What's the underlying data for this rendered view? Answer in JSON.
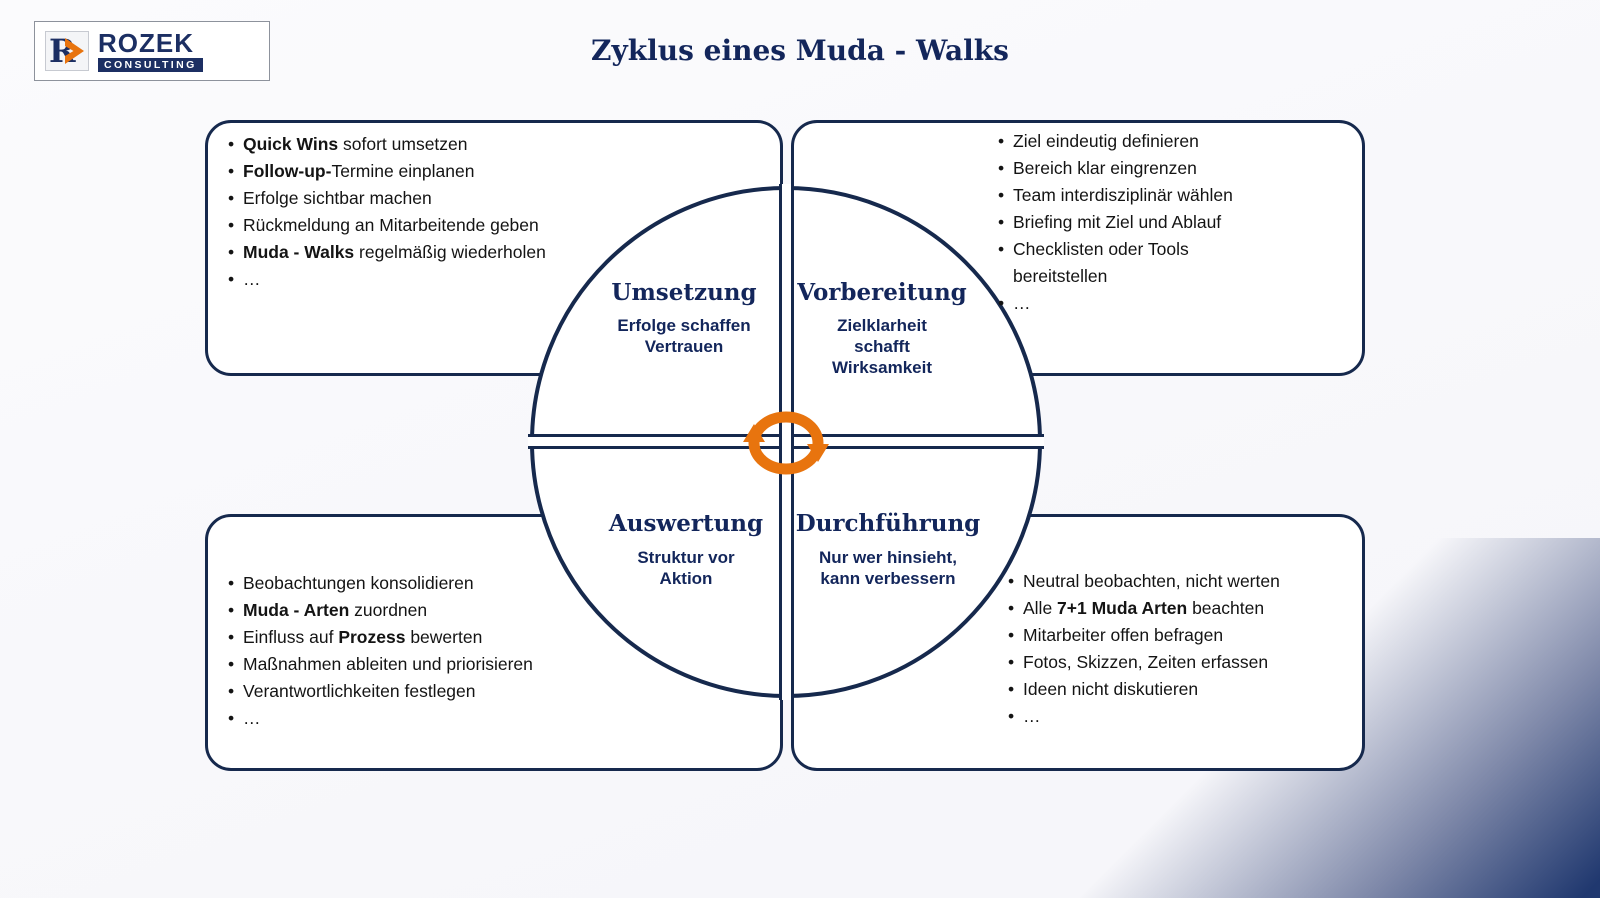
{
  "header": {
    "title": "Zyklus eines Muda - Walks"
  },
  "logo": {
    "brand": "ROZEK",
    "sub": "CONSULTING"
  },
  "colors": {
    "navy": "#16294d",
    "orange": "#e8740e"
  },
  "quadrants": {
    "umsetzung": {
      "title": "Umsetzung",
      "subtitle": "Erfolge schaffen\nVertrauen"
    },
    "vorbereitung": {
      "title": "Vorbereitung",
      "subtitle": "Zielklarheit\nschafft\nWirksamkeit"
    },
    "auswertung": {
      "title": "Auswertung",
      "subtitle": "Struktur vor\nAktion"
    },
    "durchfuehrung": {
      "title": "Durchführung",
      "subtitle": "Nur wer hinsieht,\nkann verbessern"
    }
  },
  "lists": {
    "umsetzung": [
      [
        {
          "t": "Quick Wins",
          "b": true
        },
        {
          "t": " sofort umsetzen"
        }
      ],
      [
        {
          "t": "Follow-up-",
          "b": true
        },
        {
          "t": "Termine einplanen"
        }
      ],
      [
        {
          "t": "Erfolge sichtbar machen"
        }
      ],
      [
        {
          "t": "Rückmeldung an Mitarbeitende geben"
        }
      ],
      [
        {
          "t": "Muda - Walks",
          "b": true
        },
        {
          "t": " regelmäßig wiederholen"
        }
      ],
      [
        {
          "t": "…"
        }
      ]
    ],
    "vorbereitung": [
      [
        {
          "t": "Ziel eindeutig definieren"
        }
      ],
      [
        {
          "t": "Bereich klar eingrenzen"
        }
      ],
      [
        {
          "t": "Team interdisziplinär wählen"
        }
      ],
      [
        {
          "t": "Briefing mit Ziel und Ablauf"
        }
      ],
      [
        {
          "t": "Checklisten oder Tools bereitstellen"
        }
      ],
      [
        {
          "t": "…"
        }
      ]
    ],
    "auswertung": [
      [
        {
          "t": "Beobachtungen konsolidieren"
        }
      ],
      [
        {
          "t": "Muda - Arten",
          "b": true
        },
        {
          "t": " zuordnen"
        }
      ],
      [
        {
          "t": "Einfluss auf "
        },
        {
          "t": "Prozess",
          "b": true
        },
        {
          "t": " bewerten"
        }
      ],
      [
        {
          "t": "Maßnahmen ableiten und priorisieren"
        }
      ],
      [
        {
          "t": "Verantwortlichkeiten festlegen"
        }
      ],
      [
        {
          "t": "…"
        }
      ]
    ],
    "durchfuehrung": [
      [
        {
          "t": "Neutral beobachten, nicht werten"
        }
      ],
      [
        {
          "t": "Alle "
        },
        {
          "t": "7+1 Muda Arten",
          "b": true
        },
        {
          "t": " beachten"
        }
      ],
      [
        {
          "t": "Mitarbeiter offen befragen"
        }
      ],
      [
        {
          "t": "Fotos, Skizzen, Zeiten erfassen"
        }
      ],
      [
        {
          "t": "Ideen nicht diskutieren"
        }
      ],
      [
        {
          "t": "…"
        }
      ]
    ]
  }
}
